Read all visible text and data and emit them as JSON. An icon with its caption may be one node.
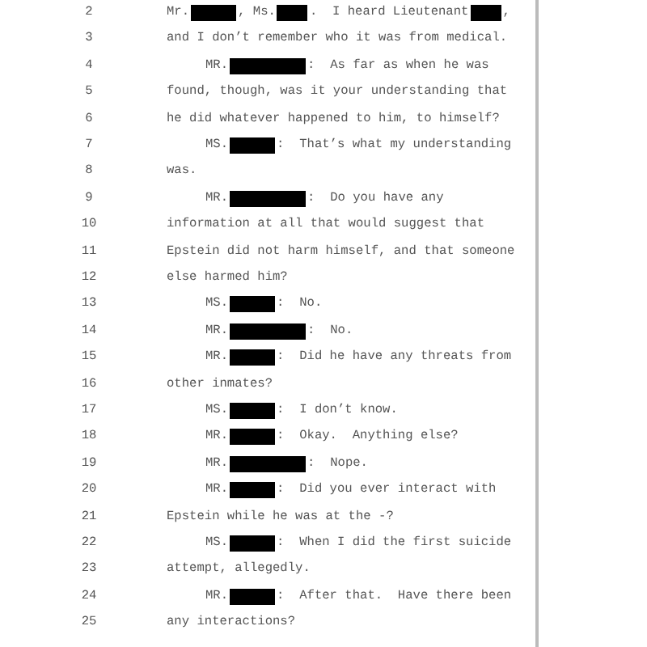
{
  "diagram": {
    "labels": [
      "2",
      "Mr.",
      ", Ms.",
      ".  I heard Lieutenant",
      ",",
      "3",
      "and I don’t remember who it was from medical.",
      "4",
      "MR.",
      ":  As far as when he was",
      "5",
      "found, though, was it your understanding that",
      "6",
      "he did whatever happened to him, to himself?",
      "7",
      "MS.",
      ":  That’s what my understanding",
      "8",
      "was.",
      "9",
      "MR.",
      ":  Do you have any",
      "10",
      "information at all that would suggest that",
      "11",
      "Epstein did not harm himself, and that someone",
      "12",
      "else harmed him?",
      "13",
      "MS.",
      ":  No.",
      "14",
      "MR.",
      ":  No.",
      "15",
      "MR.",
      ":  Did he have any threats from",
      "16",
      "other inmates?",
      "17",
      "MS.",
      ":  I don’t know.",
      "18",
      "MR.",
      ":  Okay.  Anything else?",
      "19",
      "MR.",
      ":  Nope.",
      "20",
      "MR.",
      ":  Did you ever interact with",
      "21",
      "Epstein while he was at the -?",
      "22",
      "MS.",
      ":  When I did the first suicide",
      "23",
      "attempt, allegedly.",
      "24",
      "MR.",
      ":  After that.  Have there been",
      "25",
      "any interactions?"
    ]
  }
}
